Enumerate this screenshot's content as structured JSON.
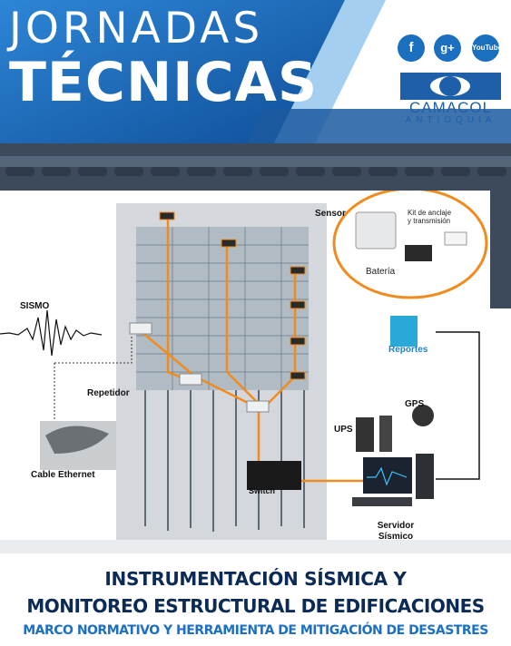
{
  "header": {
    "title_line1": "JORNADAS",
    "title_line2": "TÉCNICAS",
    "social": {
      "facebook": "f",
      "googleplus": "g+",
      "youtube": "YouTube"
    },
    "logo": {
      "name": "CAMACOL",
      "region": "ANTIOQUIA"
    }
  },
  "diagram": {
    "labels": {
      "sensor": "Sensor",
      "kit": "Kit de anclaje y transmisión",
      "bateria": "Batería",
      "sismo": "SISMO",
      "reportes": "Reportes",
      "repetidor": "Repetidor",
      "gps": "GPS",
      "ups": "UPS",
      "cable": "Cable Ethernet",
      "switch": "Switch",
      "servidor": "Servidor Sísmico"
    }
  },
  "footer": {
    "title_line1": "INSTRUMENTACIÓN SÍSMICA Y",
    "title_line2": "MONITOREO ESTRUCTURAL DE EDIFICACIONES",
    "subtitle": "MARCO NORMATIVO Y HERRAMIENTA DE MITIGACIÓN DE DESASTRES"
  },
  "colors": {
    "brand_blue": "#1d5fa9",
    "dark_navy": "#0b2a55",
    "accent_orange": "#f08c1e",
    "band_gray": "#3d4a5c"
  }
}
